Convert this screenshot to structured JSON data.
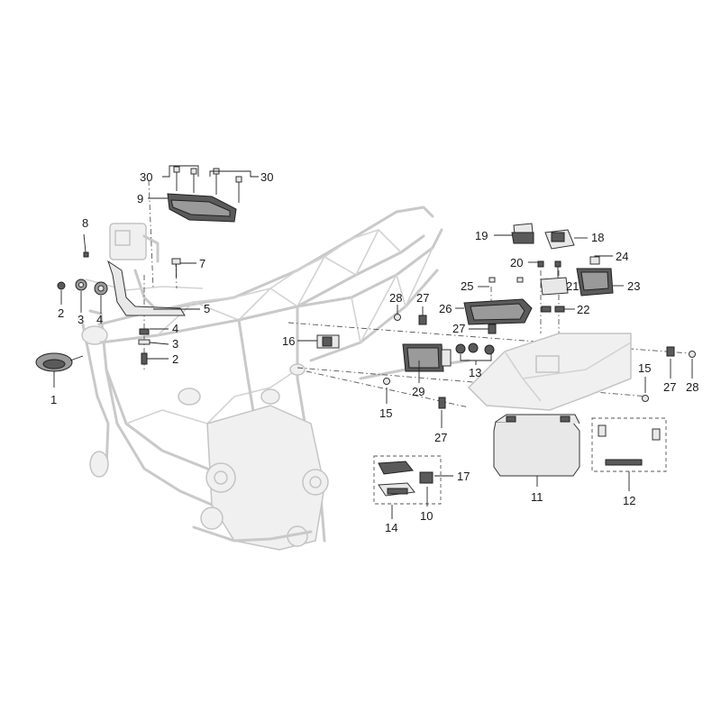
{
  "callouts": {
    "c1": "1",
    "c2a": "2",
    "c2b": "2",
    "c3a": "3",
    "c3b": "3",
    "c4a": "4",
    "c4b": "4",
    "c5": "5",
    "c7": "7",
    "c8": "8",
    "c9": "9",
    "c10": "10",
    "c11": "11",
    "c12": "12",
    "c13": "13",
    "c14": "14",
    "c15a": "15",
    "c15b": "15",
    "c16": "16",
    "c17": "17",
    "c18": "18",
    "c19": "19",
    "c20": "20",
    "c21": "21",
    "c22": "22",
    "c23": "23",
    "c24": "24",
    "c25": "25",
    "c26": "26",
    "c27a": "27",
    "c27b": "27",
    "c27c": "27",
    "c27d": "27",
    "c28a": "28",
    "c28b": "28",
    "c29": "29",
    "c30a": "30",
    "c30b": "30"
  },
  "colors": {
    "frame": "#c9c9c9",
    "part": "#5a5a5a",
    "line": "#222222"
  }
}
